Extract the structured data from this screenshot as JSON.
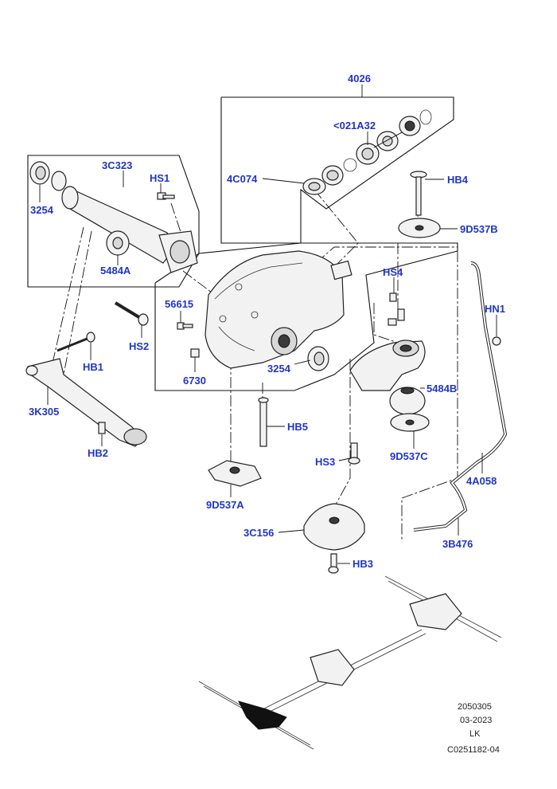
{
  "colors": {
    "label": "#2035c8",
    "line": "#111111",
    "part_fill": "#f2f2f2"
  },
  "labels": {
    "p4026": "4026",
    "p021A32": "<021A32",
    "p4C074": "4C074",
    "pHB4": "HB4",
    "p9D537B": "9D537B",
    "p3C323": "3C323",
    "pHS1": "HS1",
    "p3254_left": "3254",
    "p5484A": "5484A",
    "p56615": "56615",
    "pHS2": "HS2",
    "pHS4": "HS4",
    "pHN1": "HN1",
    "p5484B": "5484B",
    "p3254_right": "3254",
    "p6730": "6730",
    "pHB1": "HB1",
    "p3K305": "3K305",
    "pHB5": "HB5",
    "p9D537C": "9D537C",
    "pHS3": "HS3",
    "p4A058": "4A058",
    "pHB2": "HB2",
    "p9D537A": "9D537A",
    "p3C156": "3C156",
    "p3B476": "3B476",
    "pHB3": "HB3"
  },
  "reference": {
    "code": "2050305",
    "date": "03-2023",
    "initials": "LK",
    "drawing": "C0251182-04"
  }
}
